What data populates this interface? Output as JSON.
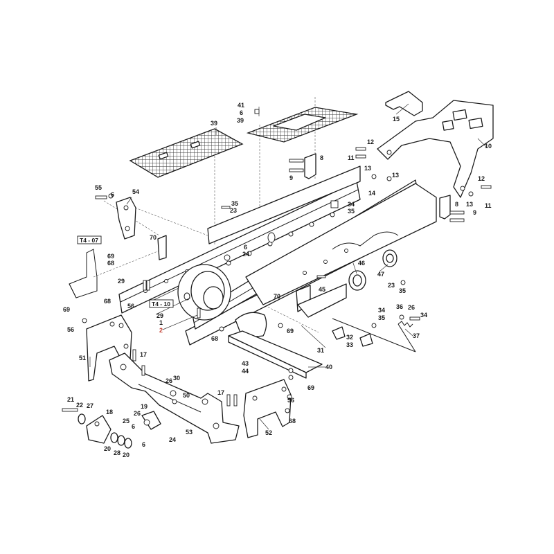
{
  "reference_labels": [
    "T4 - 07",
    "T4 - 10"
  ],
  "callouts": [
    "1",
    "2",
    "6",
    "6",
    "6",
    "6",
    "6",
    "8",
    "8",
    "9",
    "9",
    "10",
    "11",
    "11",
    "12",
    "12",
    "13",
    "13",
    "13",
    "14",
    "15",
    "17",
    "17",
    "18",
    "19",
    "20",
    "20",
    "21",
    "22",
    "23",
    "23",
    "24",
    "24",
    "25",
    "26",
    "26",
    "26",
    "27",
    "28",
    "29",
    "29",
    "30",
    "31",
    "32",
    "33",
    "34",
    "34",
    "34",
    "35",
    "35",
    "35",
    "35",
    "36",
    "37",
    "39",
    "39",
    "40",
    "41",
    "43",
    "44",
    "45",
    "46",
    "47",
    "50",
    "51",
    "52",
    "53",
    "54",
    "55",
    "56",
    "56",
    "56",
    "68",
    "68",
    "68",
    "68",
    "69",
    "69",
    "69",
    "69",
    "70",
    "70"
  ],
  "colors": {
    "line": "#1a1a1a",
    "callout_red": "#c0392b",
    "background": "#ffffff"
  }
}
